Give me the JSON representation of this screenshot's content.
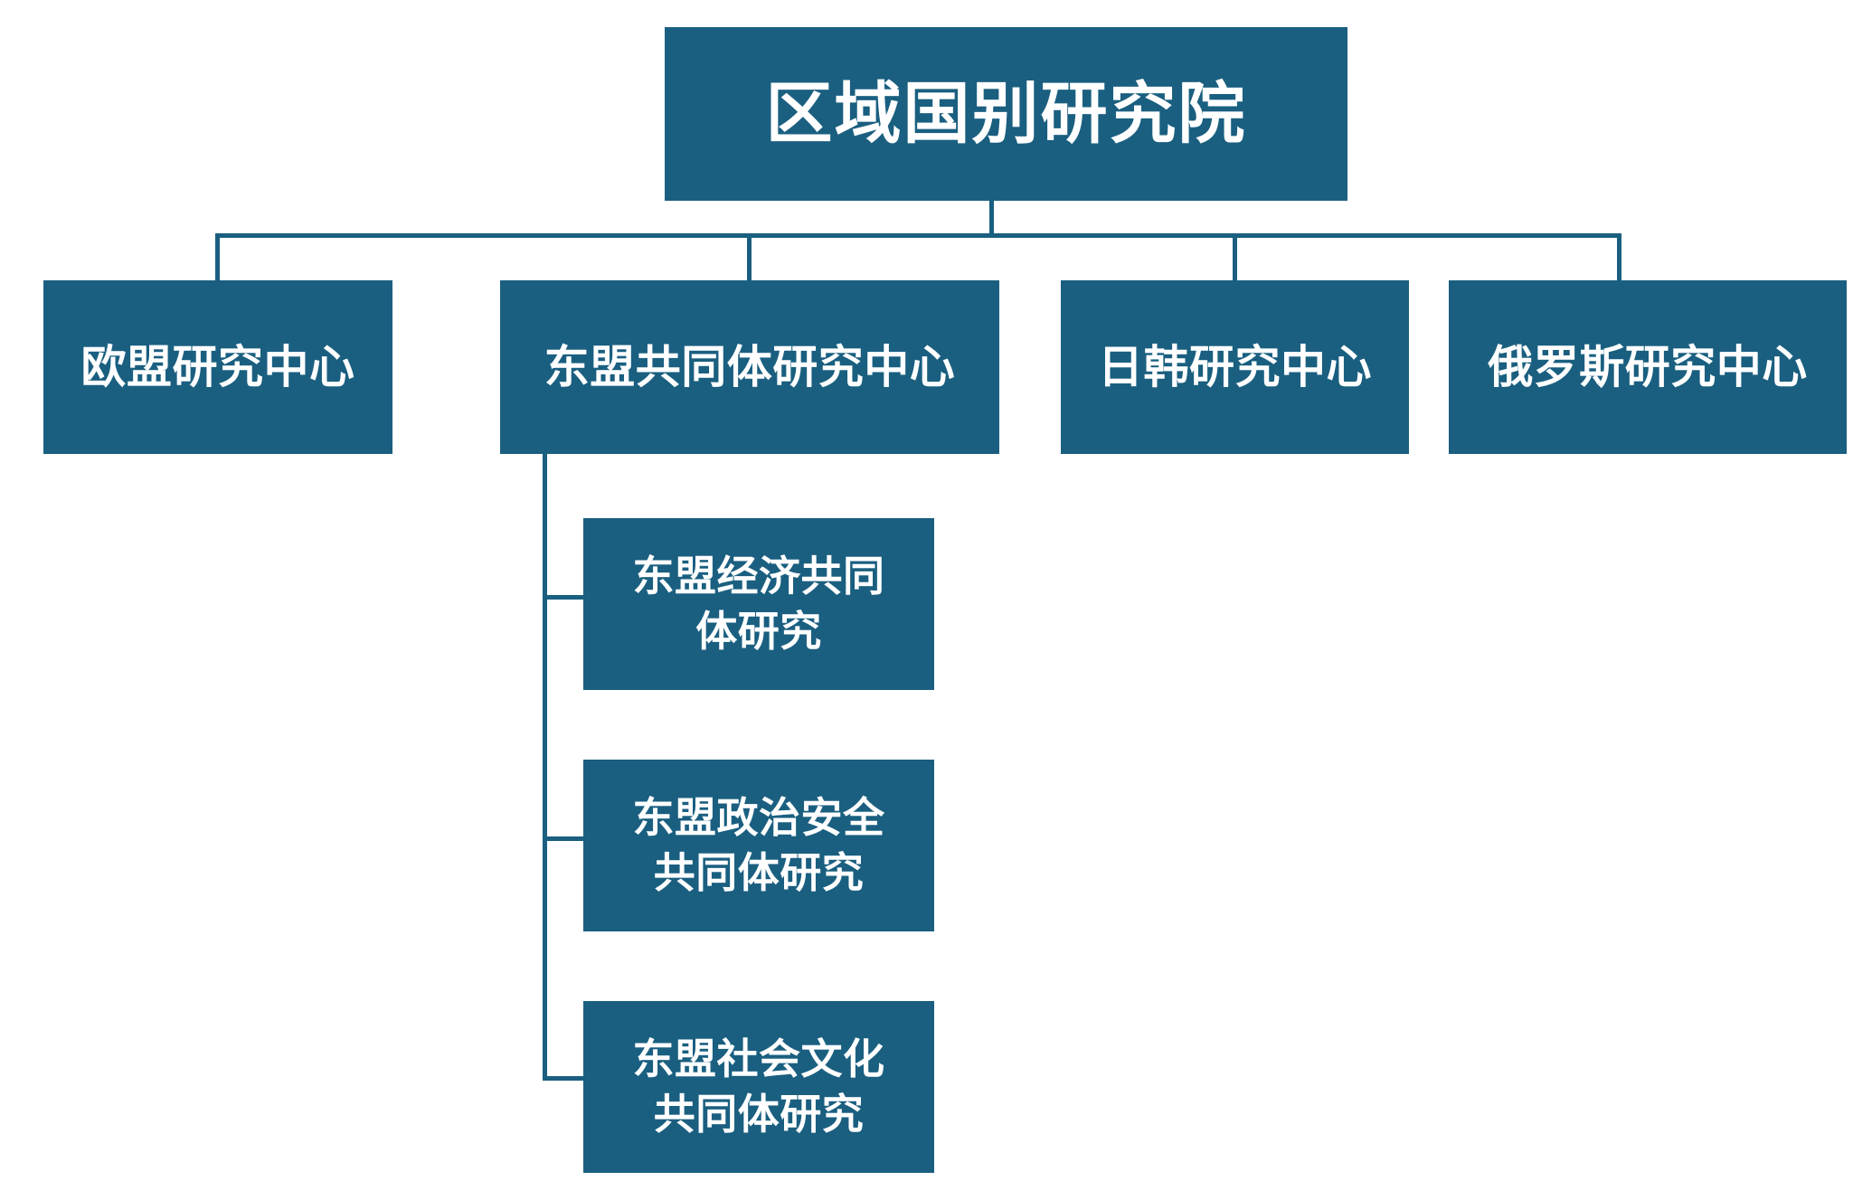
{
  "diagram": {
    "title": "区域国别研究院",
    "type": "org-chart",
    "accent_color": "#1A5F80",
    "text_color": "#FFFFFF",
    "background_color": "#FFFFFF",
    "root": {
      "label": "区域国别研究院"
    },
    "level2": [
      {
        "label": "欧盟研究中心"
      },
      {
        "label": "东盟共同体研究中心"
      },
      {
        "label": "日韩研究中心"
      },
      {
        "label": "俄罗斯研究中心"
      }
    ],
    "level3_parent": "东盟共同体研究中心",
    "level3": [
      {
        "label": "东盟经济共同\n体研究"
      },
      {
        "label": "东盟政治安全\n共同体研究"
      },
      {
        "label": "东盟社会文化\n共同体研究"
      }
    ]
  }
}
